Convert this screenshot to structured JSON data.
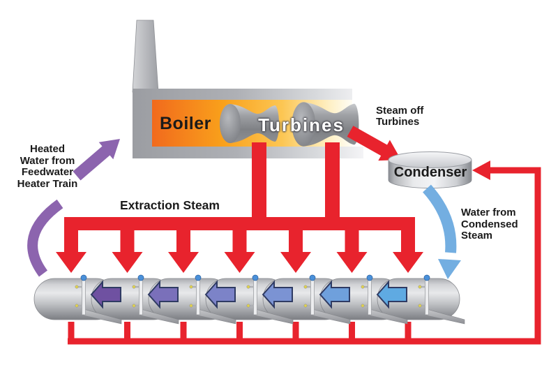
{
  "labels": {
    "boiler": "Boiler",
    "turbines": "Turbines",
    "condenser": "Condenser",
    "extraction_steam": "Extraction Steam",
    "steam_off_turbines": {
      "line1": "Steam off",
      "line2": "Turbines"
    },
    "heated_water": {
      "line1": "Heated",
      "line2": "Water from",
      "line3": "Feedwater",
      "line4": "Heater Train"
    },
    "condensed_water": {
      "line1": "Water from",
      "line2": "Condensed",
      "line3": "Steam"
    }
  },
  "colors": {
    "steam_red": "#E8232D",
    "feedwater_purple": "#8C64AE",
    "condensate_blue": "#73AEE1",
    "flow_arrow_outline": "#2F3B63",
    "knob_blue": "#4A90D9",
    "flow_arrow_colors": [
      "#6F51A1",
      "#7A70BA",
      "#7C83C8",
      "#7B93D3",
      "#6FA0DC",
      "#5FAAE2"
    ]
  },
  "heater_train": {
    "vessel_count": 7,
    "extraction_arrow_count": 7,
    "flow_arrow_count": 6
  }
}
